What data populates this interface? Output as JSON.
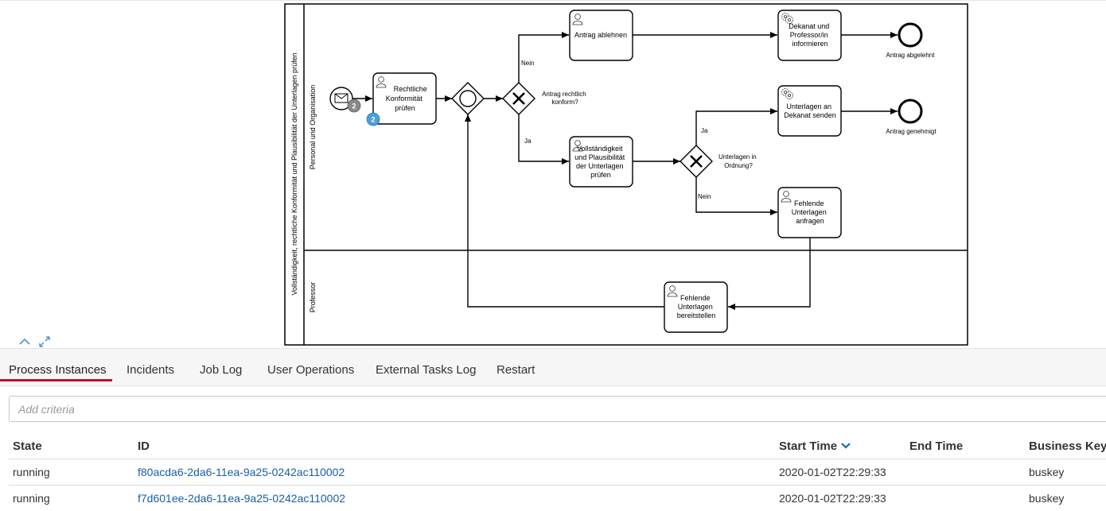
{
  "diagram": {
    "pool_label": "Vollständigkeit, rechtliche Konformität und Plausibilität der Unterlagen prüfen",
    "lanes": [
      "Personal und Organisation",
      "Professor"
    ],
    "tasks": {
      "rechtliche": [
        "Rechtliche",
        "Konformität",
        "prüfen"
      ],
      "ablehnen": [
        "Antrag ablehnen"
      ],
      "dekanat": [
        "Dekanat und",
        "Professor/in",
        "informieren"
      ],
      "vollstaendigkeit": [
        "Vollständigkeit",
        "und Plausibilität",
        "der Unterlagen",
        "prüfen"
      ],
      "senden": [
        "Unterlagen an",
        "Dekanat senden"
      ],
      "fehlende_anfragen": [
        "Fehlende",
        "Unterlagen",
        "anfragen"
      ],
      "bereitstellen": [
        "Fehlende",
        "Unterlagen",
        "bereitstellen"
      ]
    },
    "gateways": {
      "konform": [
        "Antrag rechtlich",
        "konform?"
      ],
      "ordnung": [
        "Unterlagen in",
        "Ordnung?"
      ]
    },
    "flow_labels": {
      "nein_top": "Nein",
      "ja_left": "Ja",
      "ja_right": "Ja",
      "nein_bottom": "Nein"
    },
    "end_events": {
      "abgelehnt": "Antrag abgelehnt",
      "genehmigt": "Antrag genehmigt"
    },
    "badges": {
      "start_count": "2",
      "task_count": "2"
    }
  },
  "tabs": [
    "Process Instances",
    "Incidents",
    "Job Log",
    "User Operations",
    "External Tasks Log",
    "Restart"
  ],
  "search": {
    "placeholder": "Add criteria"
  },
  "table": {
    "headers": {
      "state": "State",
      "id": "ID",
      "start_time": "Start Time",
      "end_time": "End Time",
      "business_key": "Business Key"
    },
    "rows": [
      {
        "state": "running",
        "id": "f80acda6-2da6-11ea-9a25-0242ac110002",
        "start_time": "2020-01-02T22:29:33",
        "end_time": "",
        "business_key": "buskey"
      },
      {
        "state": "running",
        "id": "f7d601ee-2da6-11ea-9a25-0242ac110002",
        "start_time": "2020-01-02T22:29:33",
        "end_time": "",
        "business_key": "buskey"
      }
    ]
  },
  "colors": {
    "tab_active_underline": "#b5152b",
    "link": "#1a5ea6",
    "badge_blue": "#4ba0d8",
    "badge_grey": "#888888"
  }
}
